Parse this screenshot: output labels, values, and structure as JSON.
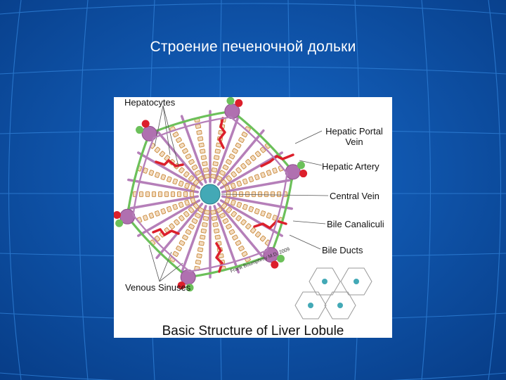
{
  "slide": {
    "title": "Строение печеночной дольки",
    "background_color": "#0a4a9e"
  },
  "figure": {
    "labels": {
      "hepatocytes": "Hepatocytes",
      "hepatic_portal_vein_line1": "Hepatic Portal",
      "hepatic_portal_vein_line2": "Vein",
      "hepatic_artery": "Hepatic Artery",
      "central_vein": "Central Vein",
      "bile_canaliculi": "Bile Canaliculi",
      "bile_ducts": "Bile Ducts",
      "venous_sinuses": "Venous Sinuses"
    },
    "credit": "Frank Boumphrey M.D. 2009",
    "caption": "Basic Structure of Liver Lobule",
    "colors": {
      "sinus": "#b57fb9",
      "bile_duct": "#6cc05a",
      "artery": "#dc1f2b",
      "portal_vein": "#b070b0",
      "central_vein": "#43a9b6",
      "hepatocyte": "#c98a3c"
    }
  }
}
